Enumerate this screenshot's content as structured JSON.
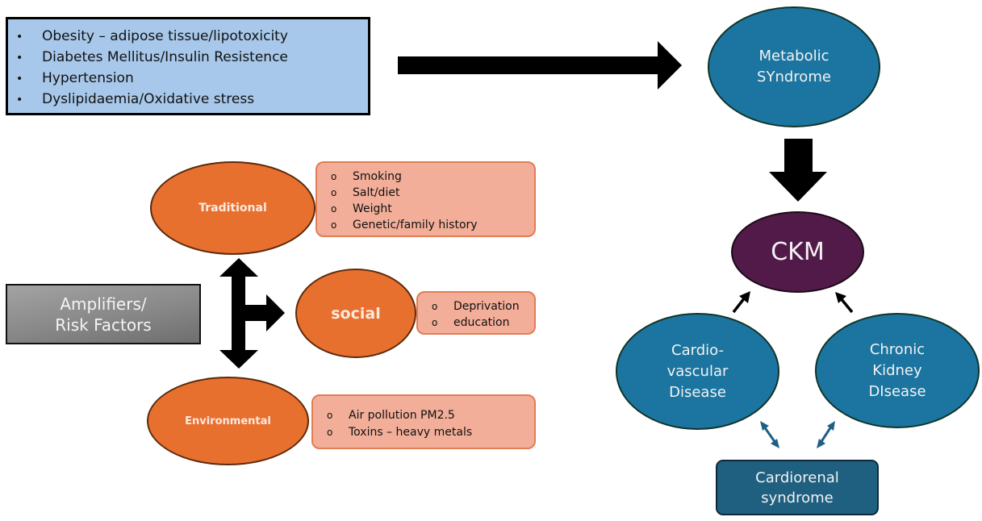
{
  "top_box": {
    "bullet_glyph": "•",
    "items": [
      "Obesity – adipose tissue/lipotoxicity",
      "Diabetes Mellitus/Insulin Resistence",
      "Hypertension",
      "Dyslipidaemia/Oxidative stress"
    ]
  },
  "metabolic": {
    "line1": "Metabolic",
    "line2": "SYndrome"
  },
  "ckm": {
    "label": "CKM"
  },
  "cvd": {
    "line1": "Cardio-",
    "line2": "vascular",
    "line3": "Disease"
  },
  "ckd": {
    "line1": "Chronic",
    "line2": "Kidney",
    "line3": "DIsease"
  },
  "cardiorenal": {
    "line1": "Cardiorenal",
    "line2": "syndrome"
  },
  "amplifiers": {
    "line1": "Amplifiers/",
    "line2": "Risk Factors"
  },
  "risk_groups": {
    "sub_bullet_glyph": "o",
    "traditional": {
      "label": "Traditional",
      "items": [
        "Smoking",
        "Salt/diet",
        "Weight",
        "Genetic/family history"
      ]
    },
    "social": {
      "label": "social",
      "items": [
        "Deprivation",
        "education"
      ]
    },
    "environmental": {
      "label": "Environmental",
      "items": [
        "Air pollution PM2.5",
        "Toxins – heavy metals"
      ]
    }
  },
  "colors": {
    "top_box_fill": "#a7c8ea",
    "blue_node": "#1b75a0",
    "ckm_node": "#521a48",
    "cardiorenal_box": "#1f5f80",
    "orange_node": "#e8702f",
    "salmon_box": "#f2ae98",
    "arrow_black": "#000000",
    "arrow_blue": "#1f5f86"
  }
}
